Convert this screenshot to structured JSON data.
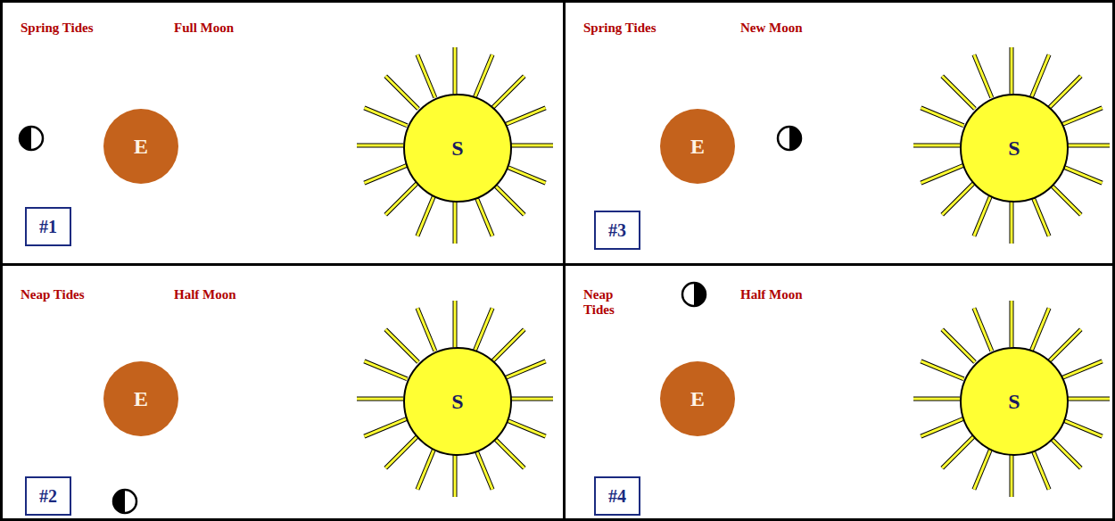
{
  "diagram": {
    "nodes": [
      {
        "text": [
          "Spring Tides",
          "Full Moon"
        ]
      },
      {
        "text": [
          "E"
        ],
        "in": 0
      },
      {
        "text": [
          "S"
        ],
        "in": 0
      },
      {
        "text": [
          "#1"
        ],
        "in": 0
      },
      {
        "text": [
          "Spring Tides",
          "New Moon"
        ]
      },
      {
        "text": [
          "E"
        ],
        "in": 4
      },
      {
        "text": [
          "S"
        ],
        "in": 4
      },
      {
        "text": [
          "#3"
        ],
        "in": 4
      },
      {
        "text": [
          "Neap Tides",
          "Half Moon"
        ]
      },
      {
        "text": [
          "E"
        ],
        "in": 8
      },
      {
        "text": [
          "S"
        ],
        "in": 8
      },
      {
        "text": [
          "#2"
        ],
        "in": 8
      },
      {
        "text": [
          "Neap Tides",
          "Half Moon"
        ]
      },
      {
        "text": [
          "E"
        ],
        "in": 12
      },
      {
        "text": [
          "S"
        ],
        "in": 12
      },
      {
        "text": [
          "#4"
        ],
        "in": 12
      }
    ]
  }
}
